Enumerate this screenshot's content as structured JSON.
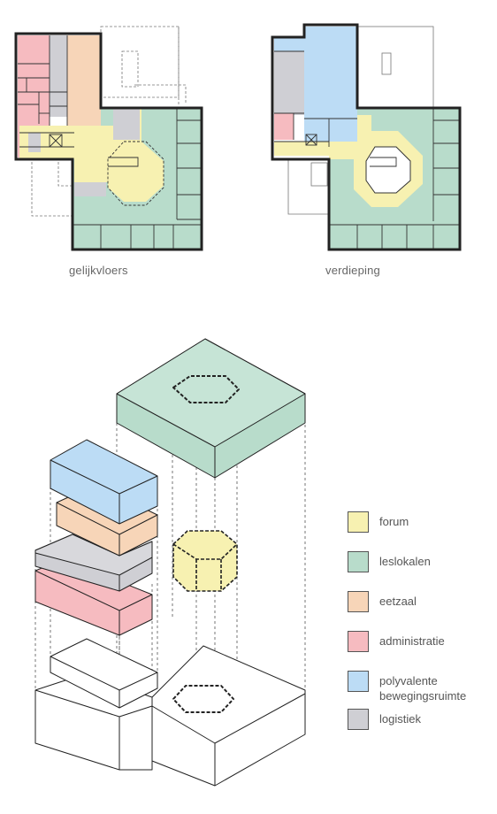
{
  "captions": {
    "ground_floor": "gelijkvloers",
    "upper_floor": "verdieping"
  },
  "legend": [
    {
      "id": "forum",
      "label": "forum",
      "color": "#f7f1b1"
    },
    {
      "id": "leslokalen",
      "label": "leslokalen",
      "color": "#b8dccb"
    },
    {
      "id": "eetzaal",
      "label": "eetzaal",
      "color": "#f7d5b8"
    },
    {
      "id": "administratie",
      "label": "administratie",
      "color": "#f6bbc0"
    },
    {
      "id": "polyvalente",
      "label": "polyvalente",
      "label2": "bewegingsruimte",
      "color": "#bcdcf5"
    },
    {
      "id": "logistiek",
      "label": "logistiek",
      "color": "#cfcfd4"
    }
  ],
  "colors": {
    "line": "#222222",
    "thin_line": "#333333",
    "dash": "#555555"
  }
}
